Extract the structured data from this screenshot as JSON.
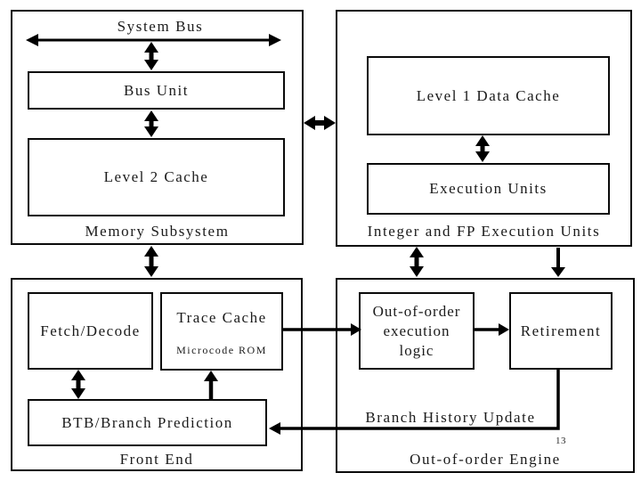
{
  "slide": {
    "page_number": "13",
    "background": "#ffffff",
    "line_color": "#000000",
    "text_color": "#1b1b1b"
  },
  "groups": {
    "memory": {
      "label": "Memory Subsystem"
    },
    "intfp": {
      "label": "Integer and FP Execution Units"
    },
    "frontend": {
      "label": "Front End"
    },
    "ooo": {
      "label": "Out-of-order Engine"
    }
  },
  "blocks": {
    "bus_unit": {
      "label": "Bus Unit"
    },
    "l2_cache": {
      "label": "Level 2 Cache"
    },
    "l1_data_cache": {
      "label": "Level 1 Data Cache"
    },
    "execution_units": {
      "label": "Execution Units"
    },
    "fetch_decode": {
      "label": "Fetch/Decode"
    },
    "trace_cache": {
      "label": "Trace Cache",
      "sublabel": "Microcode ROM"
    },
    "btb": {
      "label": "BTB/Branch Prediction"
    },
    "ooo_logic": {
      "label": "Out-of-order\nexecution\nlogic"
    },
    "retirement": {
      "label": "Retirement"
    }
  },
  "labels": {
    "system_bus": "System Bus",
    "branch_history_update": "Branch History Update"
  },
  "connections": [
    {
      "from": "System Bus",
      "to": "Bus Unit",
      "type": "bidirectional"
    },
    {
      "from": "Bus Unit",
      "to": "Level 2 Cache",
      "type": "bidirectional"
    },
    {
      "from": "Memory Subsystem",
      "to": "Integer and FP Execution Units",
      "type": "bidirectional"
    },
    {
      "from": "Memory Subsystem",
      "to": "Front End",
      "type": "bidirectional"
    },
    {
      "from": "Level 1 Data Cache",
      "to": "Execution Units",
      "type": "bidirectional"
    },
    {
      "from": "Integer and FP Execution Units",
      "to": "Out-of-order Engine",
      "type": "bidirectional"
    },
    {
      "from": "Execution Units",
      "to": "Out-of-order Engine",
      "type": "unidirectional-down"
    },
    {
      "from": "Fetch/Decode",
      "to": "BTB/Branch Prediction",
      "type": "bidirectional"
    },
    {
      "from": "BTB/Branch Prediction",
      "to": "Trace Cache",
      "type": "unidirectional-up"
    },
    {
      "from": "Trace Cache",
      "to": "Out-of-order execution logic",
      "type": "unidirectional-right"
    },
    {
      "from": "Out-of-order execution logic",
      "to": "Retirement",
      "type": "unidirectional-right"
    },
    {
      "from": "Retirement",
      "to": "BTB/Branch Prediction",
      "type": "unidirectional-left",
      "label": "Branch History Update"
    }
  ]
}
